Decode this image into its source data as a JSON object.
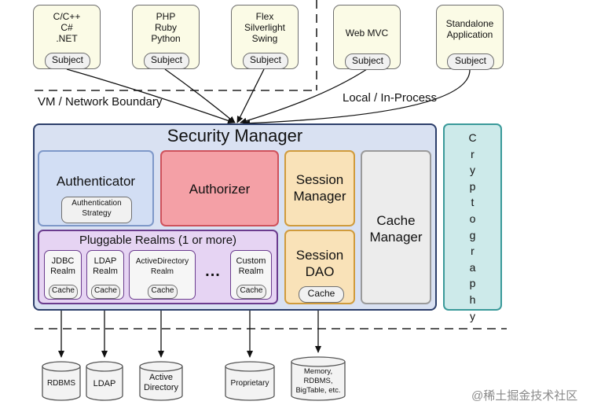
{
  "clients": [
    {
      "id": "c1",
      "lines": "C/C++\nC#\n.NET",
      "subject": "Subject"
    },
    {
      "id": "c2",
      "lines": "PHP\nRuby\nPython",
      "subject": "Subject"
    },
    {
      "id": "c3",
      "lines": "Flex\nSilverlight\nSwing",
      "subject": "Subject"
    },
    {
      "id": "c4",
      "lines": "Web MVC",
      "subject": "Subject"
    },
    {
      "id": "c5",
      "lines": "Standalone\nApplication",
      "subject": "Subject"
    }
  ],
  "boundaries": {
    "vm_network": "VM / Network Boundary",
    "local_inprocess": "Local / In-Process"
  },
  "security_manager": {
    "title": "Security Manager",
    "authenticator": "Authenticator",
    "authentication_strategy": "Authentication\nStrategy",
    "authorizer": "Authorizer",
    "session_manager": "Session\nManager",
    "cache_manager": "Cache\nManager",
    "session_dao": "Session\nDAO",
    "session_dao_cache": "Cache",
    "pluggable_realms": "Pluggable Realms (1 or more)",
    "realms": [
      {
        "name": "JDBC\nRealm",
        "cache": "Cache"
      },
      {
        "name": "LDAP\nRealm",
        "cache": "Cache"
      },
      {
        "name": "ActiveDirectory\nRealm",
        "cache": "Cache"
      },
      {
        "name": "Custom\nRealm",
        "cache": "Cache"
      }
    ],
    "ellipsis": "..."
  },
  "cryptography": "Cryptography",
  "datastores": [
    {
      "id": "d1",
      "label": "RDBMS"
    },
    {
      "id": "d2",
      "label": "LDAP"
    },
    {
      "id": "d3",
      "label": "Active\nDirectory"
    },
    {
      "id": "d4",
      "label": "Proprietary"
    },
    {
      "id": "d5",
      "label": "Memory,\nRDBMS,\nBigTable, etc."
    }
  ],
  "watermark": "@稀土掘金技术社区"
}
